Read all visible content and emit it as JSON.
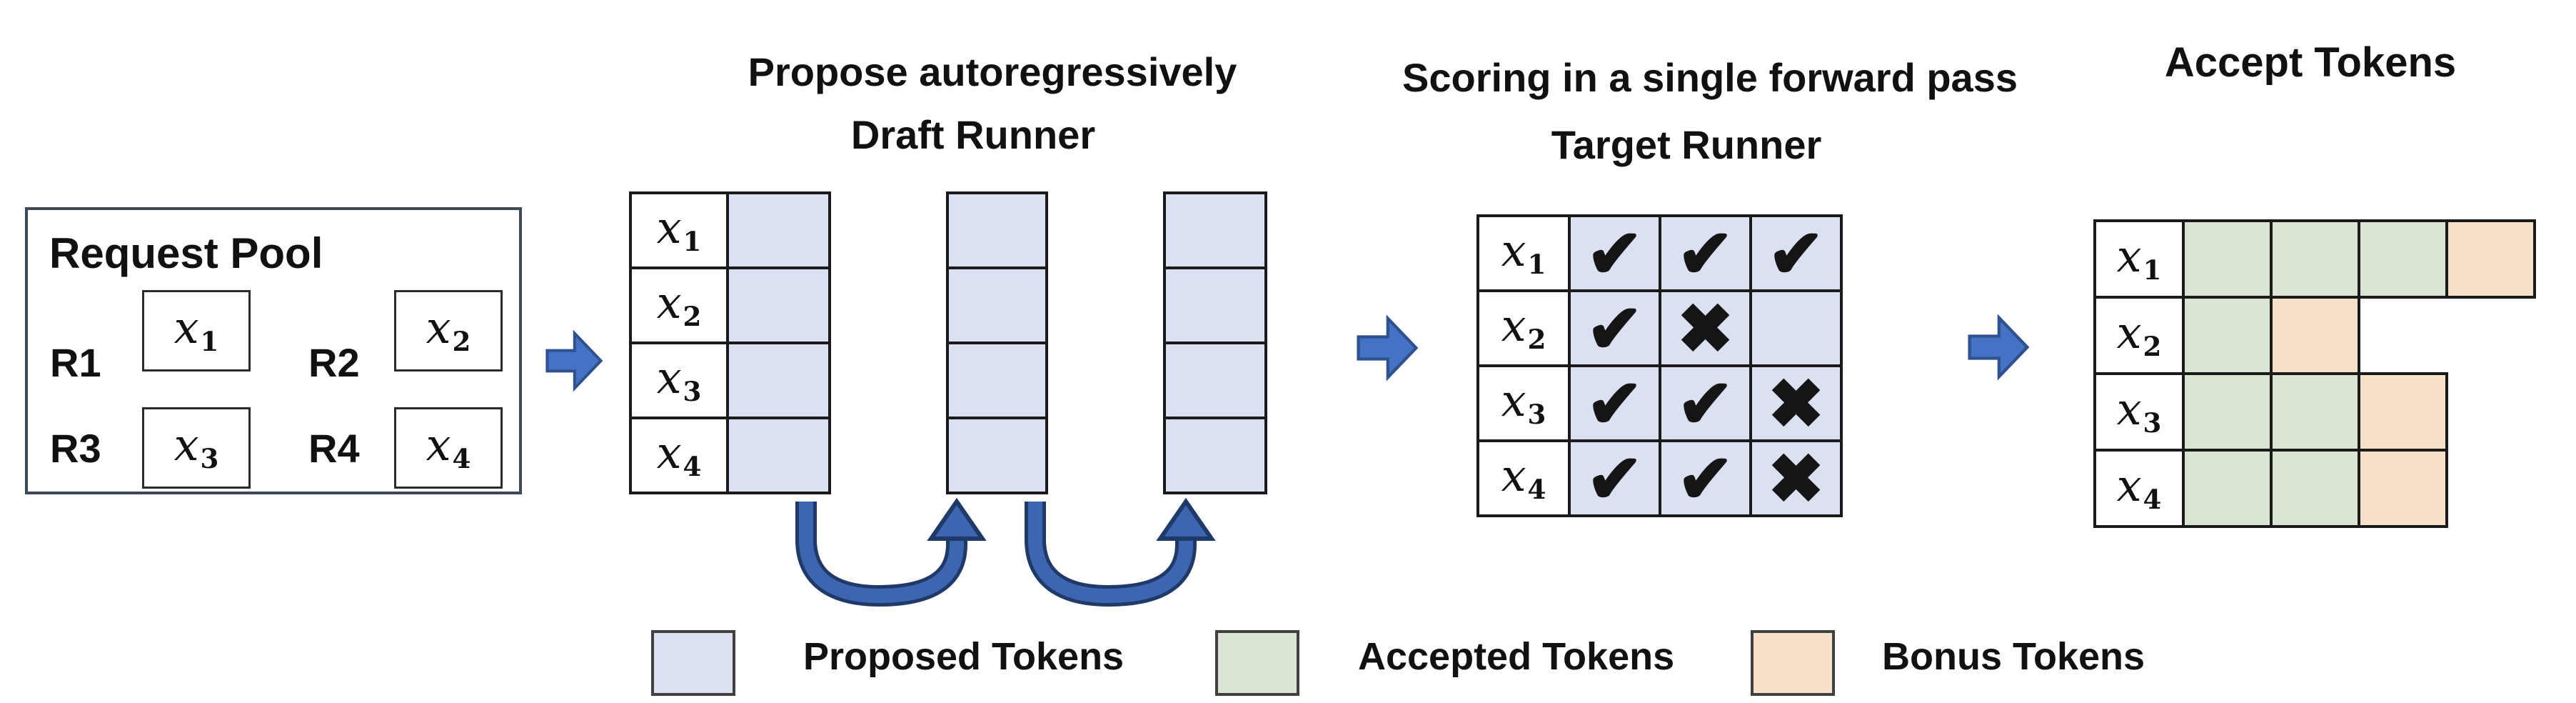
{
  "titles": {
    "propose": "Propose autoregressively",
    "draft_runner": "Draft Runner",
    "scoring": "Scoring in a single forward pass",
    "target_runner": "Target Runner",
    "accept": "Accept Tokens"
  },
  "request_pool": {
    "title": "Request Pool",
    "requests": [
      {
        "id": "R1",
        "base": "x",
        "sub": "1"
      },
      {
        "id": "R2",
        "base": "x",
        "sub": "2"
      },
      {
        "id": "R3",
        "base": "x",
        "sub": "3"
      },
      {
        "id": "R4",
        "base": "x",
        "sub": "4"
      }
    ]
  },
  "tokens": [
    {
      "base": "x",
      "sub": "1"
    },
    {
      "base": "x",
      "sub": "2"
    },
    {
      "base": "x",
      "sub": "3"
    },
    {
      "base": "x",
      "sub": "4"
    }
  ],
  "draft": {
    "rows": 4,
    "autoregressive_steps": 3
  },
  "target": {
    "grid": [
      [
        "✔",
        "✔",
        "✔"
      ],
      [
        "✔",
        "✖",
        ""
      ],
      [
        "✔",
        "✔",
        "✖"
      ],
      [
        "✔",
        "✔",
        "✖"
      ]
    ]
  },
  "accept": {
    "grid": [
      [
        "accepted",
        "accepted",
        "accepted",
        "bonus"
      ],
      [
        "accepted",
        "bonus"
      ],
      [
        "accepted",
        "accepted",
        "bonus"
      ],
      [
        "accepted",
        "accepted",
        "bonus"
      ]
    ]
  },
  "legend": [
    {
      "label": "Proposed Tokens",
      "color": "#dbe1f0"
    },
    {
      "label": "Accepted Tokens",
      "color": "#d9e5d2"
    },
    {
      "label": "Bonus Tokens",
      "color": "#f7e0c8"
    }
  ],
  "colors": {
    "proposed": "#dbe1f0",
    "accepted": "#d9e5d2",
    "bonus": "#f7e0c8",
    "arrow_fill": "#4472c4",
    "arrow_outline": "#2f528f",
    "curve_arrow": "#3e66b0",
    "grid_border": "#1a1a1a"
  }
}
